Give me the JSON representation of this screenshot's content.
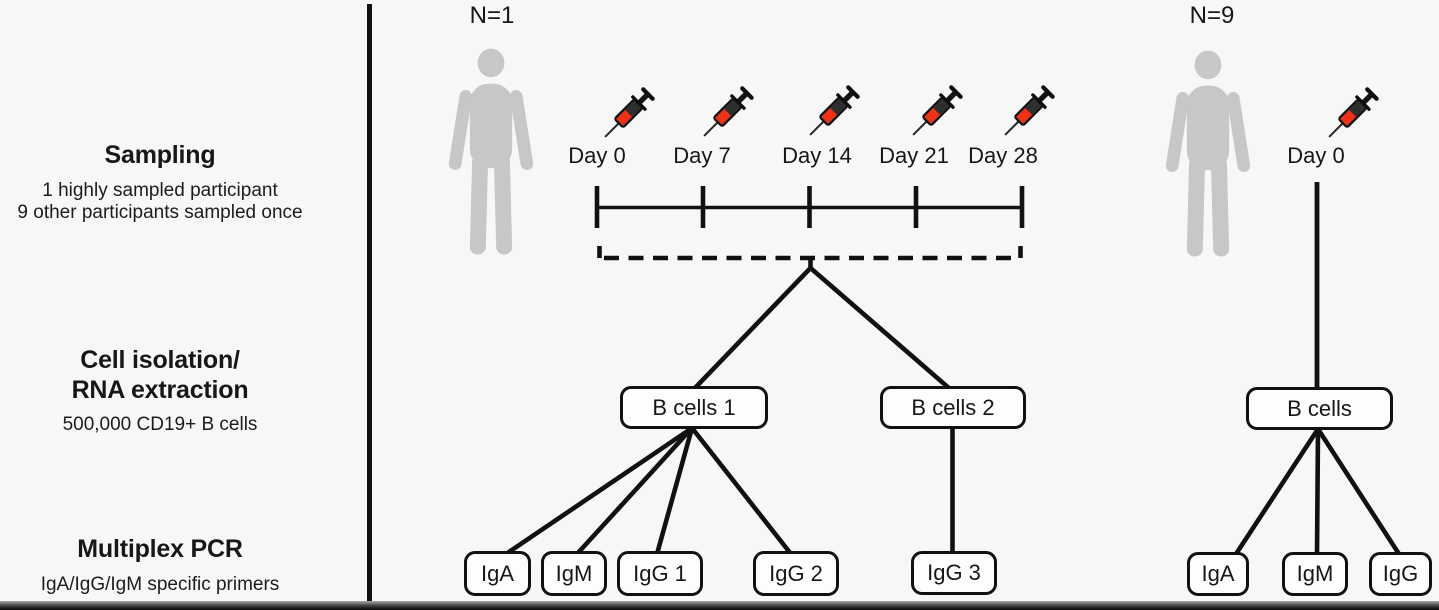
{
  "figure": {
    "left_panel": {
      "sections": [
        {
          "title": "Sampling",
          "subtitle": "1 highly sampled participant\n9 other participants sampled once"
        },
        {
          "title": "Cell isolation/\nRNA extraction",
          "subtitle": "500,000 CD19+ B cells"
        },
        {
          "title": "Multiplex PCR",
          "subtitle": "IgA/IgG/IgM specific primers"
        }
      ]
    },
    "cohort_highly_sampled": {
      "n_label": "N=1",
      "timepoints": [
        "Day 0",
        "Day 7",
        "Day 14",
        "Day 21",
        "Day 28"
      ],
      "cell_nodes": [
        "B cells 1",
        "B cells 2"
      ],
      "pcr_nodes": [
        "IgA",
        "IgM",
        "IgG 1",
        "IgG 2",
        "IgG 3"
      ]
    },
    "cohort_single_sample": {
      "n_label": "N=9",
      "timepoints": [
        "Day 0"
      ],
      "cell_nodes": [
        "B cells"
      ],
      "pcr_nodes": [
        "IgA",
        "IgM",
        "IgG"
      ]
    },
    "colors": {
      "background": "#f7f7f7",
      "line": "#111111",
      "person_gray": "#c7c7c7",
      "syringe_red": "#ee3117"
    }
  }
}
